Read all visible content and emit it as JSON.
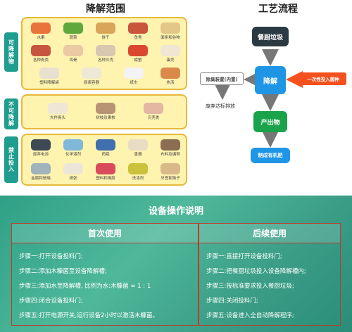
{
  "left_title": "降解范围",
  "right_title": "工艺流程",
  "categories": [
    {
      "tab": "可降解物",
      "items": [
        "水果",
        "蔬菜",
        "饼干",
        "鱼骨",
        "面条和谷物",
        "各种肉类",
        "鸡骨",
        "各种贝壳",
        "螃蟹",
        "蛋壳",
        "塑料降解袋",
        "原浆容器",
        "纸巾",
        "热汤"
      ]
    },
    {
      "tab": "不可降解",
      "items": [
        "大件骨头",
        "树枝及果核",
        "贝壳类"
      ]
    },
    {
      "tab": "禁止投入",
      "items": [
        "废弃电池",
        "化学溶剂",
        "药瓶",
        "香烟",
        "布料及编带",
        "金属和玻璃",
        "纸张",
        "塑料和橡胶",
        "洗涤剂",
        "牙签和筷子"
      ]
    }
  ],
  "flow": {
    "kitchen_waste": "餐厨垃圾",
    "degrade": "降解",
    "deodorize": "除臭装置(内置)",
    "one_time_strain": "一次性投入菌种",
    "exhaust": "废弃达标排放",
    "output": "产出物",
    "fertilizer": "制成有机肥"
  },
  "instructions": {
    "title": "设备操作说明",
    "first_use": {
      "header": "首次使用",
      "steps": [
        "步骤一:打开设备投料门;",
        "步骤二:添加木糠菌至设备降解槽;",
        "步骤三:添加水至降解槽, 比例为水:木糠菌 = 1 : 1",
        "步骤四:闭合设备投料门;",
        "步骤五:打开电源开关,运行设备2小时以激活木糠菌。"
      ]
    },
    "subsequent_use": {
      "header": "后续使用",
      "steps": [
        "步骤一:直接打开设备投料门;",
        "步骤二:把餐厨垃圾投入设备降解槽内;",
        "步骤三:按标准要求投入餐厨垃圾;",
        "步骤四:关闭投料门;",
        "步骤五:设备进入全自动降解程序;"
      ]
    }
  },
  "colors": {
    "teal": "#1f9d8e",
    "panel_fill": "#fff3b0",
    "panel_border": "#e6b93a",
    "kitchen_node": "#2b3a42",
    "degrade_node": "#1f95e6",
    "output_node": "#1aa34a",
    "strain_node": "#f4511e",
    "table_border": "#c0392b"
  }
}
